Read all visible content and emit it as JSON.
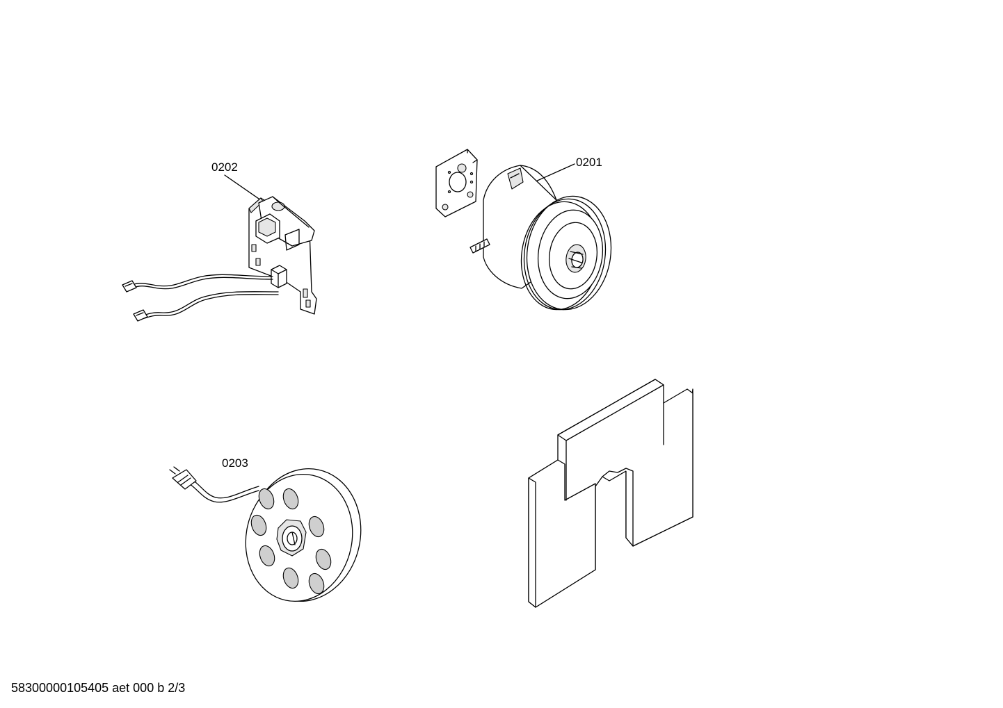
{
  "callouts": {
    "motor": "0201",
    "electronics": "0202",
    "cable_reel": "0203"
  },
  "footer": {
    "text": "58300000105405 aet 000 b 2/3"
  }
}
